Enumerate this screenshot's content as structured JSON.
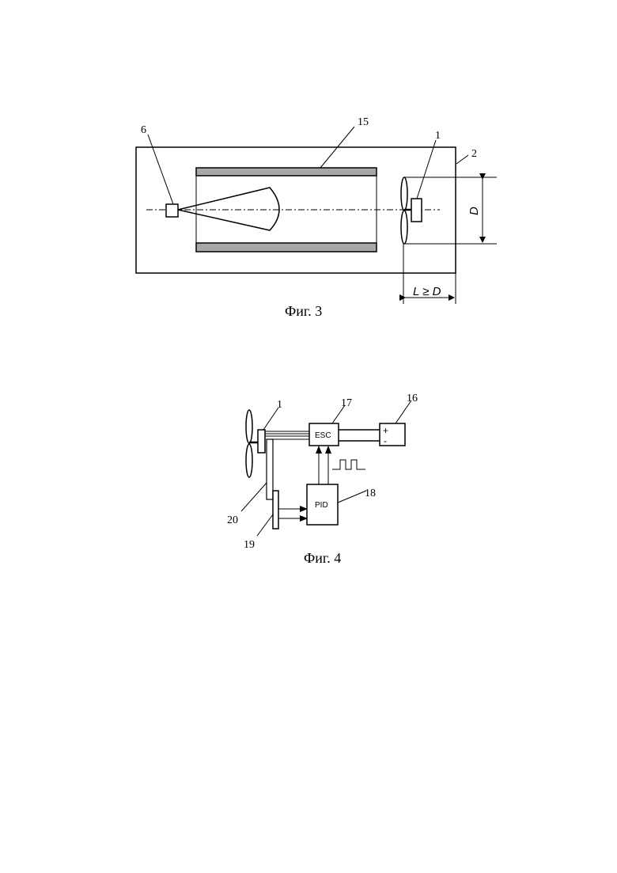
{
  "fig3": {
    "caption": "Фиг. 3",
    "labels": {
      "sensor": "6",
      "tube": "15",
      "motor": "1",
      "frame": "2"
    },
    "dim_d": "D",
    "dim_l": "L ≥ D"
  },
  "fig4": {
    "caption": "Фиг. 4",
    "labels": {
      "motor": "1",
      "esc": "17",
      "battery": "16",
      "pid": "18",
      "cable": "20",
      "sensor": "19"
    },
    "esc_text": "ESC",
    "pid_text": "PID",
    "plus": "+",
    "minus": "-"
  }
}
